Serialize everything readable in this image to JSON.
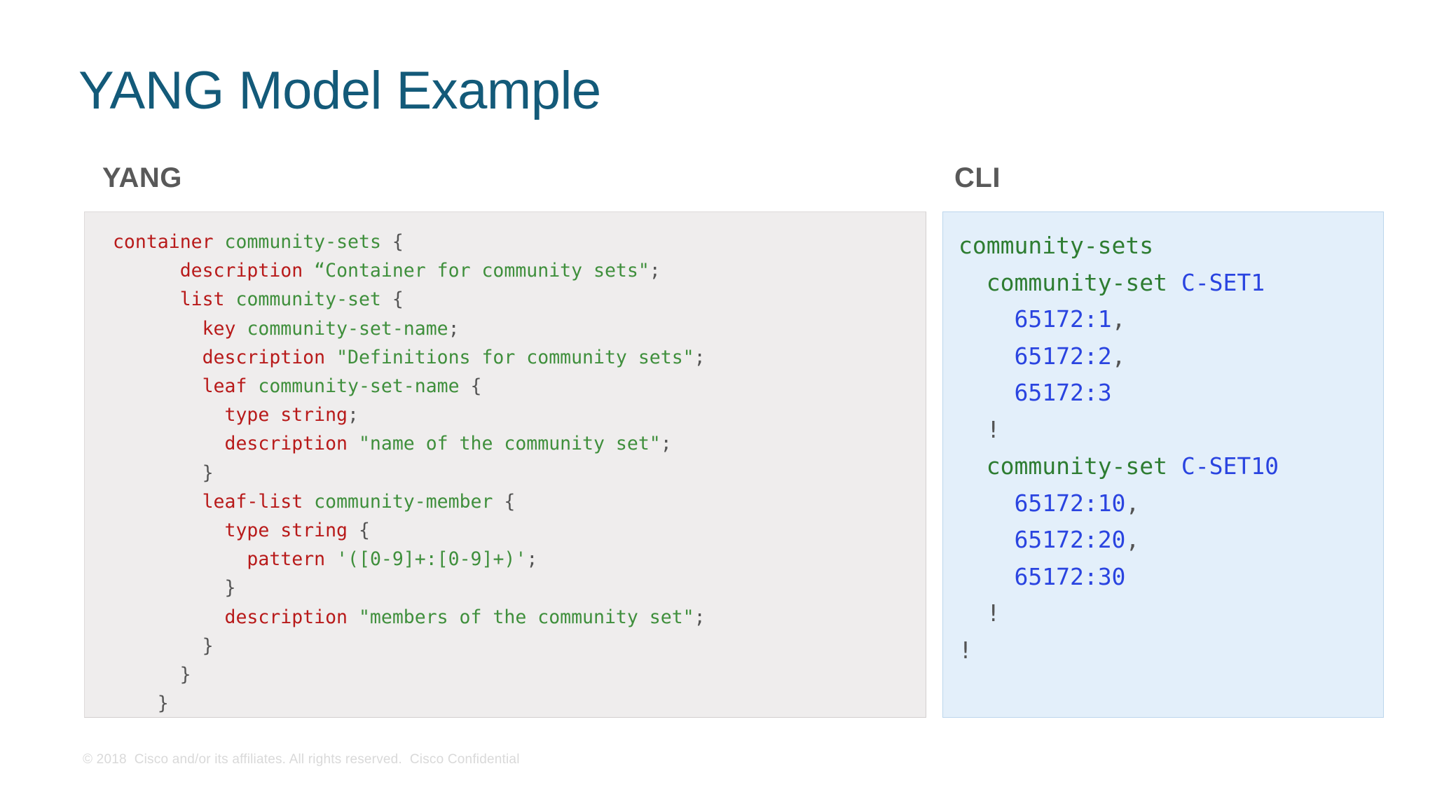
{
  "slide": {
    "title": "YANG Model Example",
    "title_color": "#135a79",
    "background": "#ffffff"
  },
  "columns": {
    "yang_heading": "YANG",
    "cli_heading": "CLI",
    "heading_color": "#595959"
  },
  "yang_panel": {
    "background": "#efeded",
    "border_color": "#dedada",
    "keyword_color": "#b81a1a",
    "value_color": "#3f8f3c",
    "punctuation_color": "#545454",
    "lines": [
      [
        {
          "t": " ",
          "c": "pun"
        },
        {
          "t": "container",
          "c": "kw"
        },
        {
          "t": " ",
          "c": "pun"
        },
        {
          "t": "community-sets",
          "c": "val"
        },
        {
          "t": " {",
          "c": "pun"
        }
      ],
      [
        {
          "t": "       ",
          "c": "pun"
        },
        {
          "t": "description",
          "c": "kw"
        },
        {
          "t": " ",
          "c": "pun"
        },
        {
          "t": "“Container for community sets\"",
          "c": "val"
        },
        {
          "t": ";",
          "c": "pun"
        }
      ],
      [
        {
          "t": "       ",
          "c": "pun"
        },
        {
          "t": "list",
          "c": "kw"
        },
        {
          "t": " ",
          "c": "pun"
        },
        {
          "t": "community-set",
          "c": "val"
        },
        {
          "t": " {",
          "c": "pun"
        }
      ],
      [
        {
          "t": "         ",
          "c": "pun"
        },
        {
          "t": "key",
          "c": "kw"
        },
        {
          "t": " ",
          "c": "pun"
        },
        {
          "t": "community-set-name",
          "c": "val"
        },
        {
          "t": ";",
          "c": "pun"
        }
      ],
      [
        {
          "t": "         ",
          "c": "pun"
        },
        {
          "t": "description",
          "c": "kw"
        },
        {
          "t": " ",
          "c": "pun"
        },
        {
          "t": "\"Definitions for community sets\"",
          "c": "val"
        },
        {
          "t": ";",
          "c": "pun"
        }
      ],
      [
        {
          "t": "         ",
          "c": "pun"
        },
        {
          "t": "leaf",
          "c": "kw"
        },
        {
          "t": " ",
          "c": "pun"
        },
        {
          "t": "community-set-name",
          "c": "val"
        },
        {
          "t": " {",
          "c": "pun"
        }
      ],
      [
        {
          "t": "           ",
          "c": "pun"
        },
        {
          "t": "type string",
          "c": "kw"
        },
        {
          "t": ";",
          "c": "pun"
        }
      ],
      [
        {
          "t": "           ",
          "c": "pun"
        },
        {
          "t": "description",
          "c": "kw"
        },
        {
          "t": " ",
          "c": "pun"
        },
        {
          "t": "\"name of the community set\"",
          "c": "val"
        },
        {
          "t": ";",
          "c": "pun"
        }
      ],
      [
        {
          "t": "         }",
          "c": "pun"
        }
      ],
      [
        {
          "t": "         ",
          "c": "pun"
        },
        {
          "t": "leaf-list",
          "c": "kw"
        },
        {
          "t": " ",
          "c": "pun"
        },
        {
          "t": "community-member",
          "c": "val"
        },
        {
          "t": " {",
          "c": "pun"
        }
      ],
      [
        {
          "t": "           ",
          "c": "pun"
        },
        {
          "t": "type string",
          "c": "kw"
        },
        {
          "t": " {",
          "c": "pun"
        }
      ],
      [
        {
          "t": "             ",
          "c": "pun"
        },
        {
          "t": "pattern",
          "c": "kw"
        },
        {
          "t": " ",
          "c": "pun"
        },
        {
          "t": "'([0-9]+:[0-9]+)'",
          "c": "val"
        },
        {
          "t": ";",
          "c": "pun"
        }
      ],
      [
        {
          "t": "           }",
          "c": "pun"
        }
      ],
      [
        {
          "t": "           ",
          "c": "pun"
        },
        {
          "t": "description",
          "c": "kw"
        },
        {
          "t": " ",
          "c": "pun"
        },
        {
          "t": "\"members of the community set\"",
          "c": "val"
        },
        {
          "t": ";",
          "c": "pun"
        }
      ],
      [
        {
          "t": "         }",
          "c": "pun"
        }
      ],
      [
        {
          "t": "       }",
          "c": "pun"
        }
      ],
      [
        {
          "t": "     }",
          "c": "pun"
        }
      ]
    ],
    "plain_text": "container community-sets {\n       description “Container for community sets\";\n       list community-set {\n         key community-set-name;\n         description \"Definitions for community sets\";\n         leaf community-set-name {\n           type string;\n           description \"name of the community set\";\n         }\n         leaf-list community-member {\n           type string {\n             pattern '([0-9]+:[0-9]+)';\n           }\n           description \"members of the community set\";\n         }\n       }\n     }"
  },
  "cli_panel": {
    "background": "#e3effa",
    "border_color": "#bcd6ec",
    "command_color": "#2e7d32",
    "argument_color": "#2a44e0",
    "punctuation_color": "#545454",
    "lines": [
      [
        {
          "t": "community-sets",
          "c": "cmd"
        }
      ],
      [
        {
          "t": "  ",
          "c": "pun"
        },
        {
          "t": "community-set",
          "c": "cmd"
        },
        {
          "t": " ",
          "c": "pun"
        },
        {
          "t": "C-SET1",
          "c": "arg"
        }
      ],
      [
        {
          "t": "    ",
          "c": "pun"
        },
        {
          "t": "65172:1",
          "c": "arg"
        },
        {
          "t": ",",
          "c": "pun"
        }
      ],
      [
        {
          "t": "    ",
          "c": "pun"
        },
        {
          "t": "65172:2",
          "c": "arg"
        },
        {
          "t": ",",
          "c": "pun"
        }
      ],
      [
        {
          "t": "    ",
          "c": "pun"
        },
        {
          "t": "65172:3",
          "c": "arg"
        }
      ],
      [
        {
          "t": "  !",
          "c": "pun"
        }
      ],
      [
        {
          "t": "  ",
          "c": "pun"
        },
        {
          "t": "community-set",
          "c": "cmd"
        },
        {
          "t": " ",
          "c": "pun"
        },
        {
          "t": "C-SET10",
          "c": "arg"
        }
      ],
      [
        {
          "t": "    ",
          "c": "pun"
        },
        {
          "t": "65172:10",
          "c": "arg"
        },
        {
          "t": ",",
          "c": "pun"
        }
      ],
      [
        {
          "t": "    ",
          "c": "pun"
        },
        {
          "t": "65172:20",
          "c": "arg"
        },
        {
          "t": ",",
          "c": "pun"
        }
      ],
      [
        {
          "t": "    ",
          "c": "pun"
        },
        {
          "t": "65172:30",
          "c": "arg"
        }
      ],
      [
        {
          "t": "  !",
          "c": "pun"
        }
      ],
      [
        {
          "t": "!",
          "c": "pun"
        }
      ]
    ],
    "plain_text": "community-sets\n  community-set C-SET1\n    65172:1,\n    65172:2,\n    65172:3\n  !\n  community-set C-SET10\n    65172:10,\n    65172:20,\n    65172:30\n  !\n!"
  },
  "footer": {
    "text": "© 2018  Cisco and/or its affiliates. All rights reserved.  Cisco Confidential",
    "color": "#d9d9d9"
  }
}
